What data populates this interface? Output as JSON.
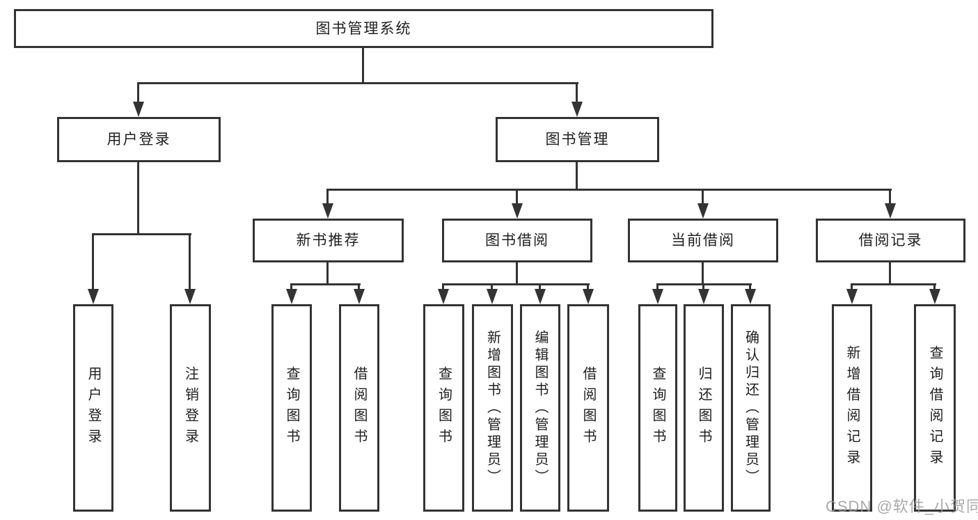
{
  "tree": {
    "label": "图书管理系统",
    "children": [
      {
        "label": "用户登录",
        "children": [
          {
            "label": "用户登录"
          },
          {
            "label": "注销登录"
          }
        ]
      },
      {
        "label": "图书管理",
        "children": [
          {
            "label": "新书推荐",
            "children": [
              {
                "label": "查询图书"
              },
              {
                "label": "借阅图书"
              }
            ]
          },
          {
            "label": "图书借阅",
            "children": [
              {
                "label": "查询图书"
              },
              {
                "label": "新增图书（管理员）"
              },
              {
                "label": "编辑图书（管理员）"
              },
              {
                "label": "借阅图书"
              }
            ]
          },
          {
            "label": "当前借阅",
            "children": [
              {
                "label": "查询图书"
              },
              {
                "label": "归还图书"
              },
              {
                "label": "确认归还（管理员）"
              }
            ]
          },
          {
            "label": "借阅记录",
            "children": [
              {
                "label": "新增借阅记录"
              },
              {
                "label": "查询借阅记录"
              }
            ]
          }
        ]
      }
    ]
  },
  "watermark": {
    "text": "CSDN @软件_小贺同学"
  },
  "colors": {
    "line": "#333333",
    "text": "#1f1f1f",
    "watermark": "#9b9b9b",
    "background": "#ffffff"
  }
}
